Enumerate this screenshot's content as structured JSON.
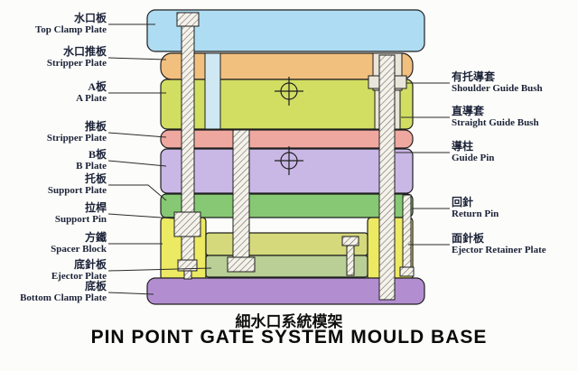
{
  "title": {
    "chinese": "細水口系統模架",
    "english": "PIN POINT GATE SYSTEM MOULD BASE"
  },
  "left_labels": [
    {
      "cn": "水口板",
      "en": "Top Clamp Plate"
    },
    {
      "cn": "水口推板",
      "en": "Stripper Plate"
    },
    {
      "cn": "A板",
      "en": "A Plate"
    },
    {
      "cn": "推板",
      "en": "Stripper Plate"
    },
    {
      "cn": "B板",
      "en": "B Plate"
    },
    {
      "cn": "托板",
      "en": "Support Plate"
    },
    {
      "cn": "拉桿",
      "en": "Support Pin"
    },
    {
      "cn": "方鐵",
      "en": "Spacer Block"
    },
    {
      "cn": "底針板",
      "en": "Ejector Plate"
    },
    {
      "cn": "底板",
      "en": "Bottom Clamp Plate"
    }
  ],
  "right_labels": [
    {
      "cn": "有托導套",
      "en": "Shoulder Guide Bush"
    },
    {
      "cn": "直導套",
      "en": "Straight Guide Bush"
    },
    {
      "cn": "導柱",
      "en": "Guide Pin"
    },
    {
      "cn": "回針",
      "en": "Return Pin"
    },
    {
      "cn": "面針板",
      "en": "Ejector Retainer Plate"
    }
  ],
  "colors": {
    "top_clamp_plate": "#aedcf2",
    "stripper_plate_top": "#f2c07e",
    "a_plate": "#d2de62",
    "stripper_push_plate": "#efa89f",
    "b_plate": "#c9b7e6",
    "support_plate": "#86c873",
    "spacer_block": "#ece963",
    "ejector_retainer_plate": "#d5d97b",
    "ejector_plate": "#b9cf96",
    "bottom_clamp_plate": "#b28ed0",
    "sprue_bush_column": "#cfe8f4",
    "guide_bush": "#e9e5da"
  }
}
